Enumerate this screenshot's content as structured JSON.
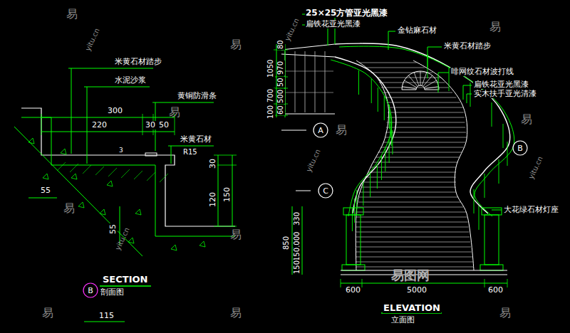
{
  "diagram": {
    "nodes": [
      {
        "text": [
          "B"
        ]
      },
      {
        "text": [
          "A"
        ]
      },
      {
        "text": [
          "B"
        ]
      },
      {
        "text": [
          "C"
        ]
      }
    ],
    "labels": [
      "米黄石材踏步",
      "水泥沙浆",
      "黄铜防滑条",
      "300",
      "220",
      "30",
      "50",
      "3",
      "米黄石材",
      "R15",
      "30",
      "120",
      "150",
      "55",
      "55",
      "SECTION",
      "剖面图",
      "115",
      "25×25方管亚光黑漆",
      "扁铁花亚光黑漆",
      "金钻麻石材",
      "米黄石材踏步",
      "啡网纹石材波打线",
      "扁铁花亚光黑漆",
      "实木扶手亚光清漆",
      "大花绿石材灯座",
      "80",
      "970",
      "1050",
      "50",
      "700",
      "500",
      "60",
      "100",
      "330",
      "1000",
      "850",
      "150",
      "150",
      "600",
      "5000",
      "600",
      "ELEVATION",
      "立面图",
      "易",
      "易",
      "易",
      "易",
      "易",
      "易",
      "易",
      "易",
      "易",
      "易",
      "易",
      "yitu.cn",
      "yitu.cn",
      "yitu.cn",
      "yitu.cn",
      "yitu.cn",
      "易图网"
    ]
  }
}
